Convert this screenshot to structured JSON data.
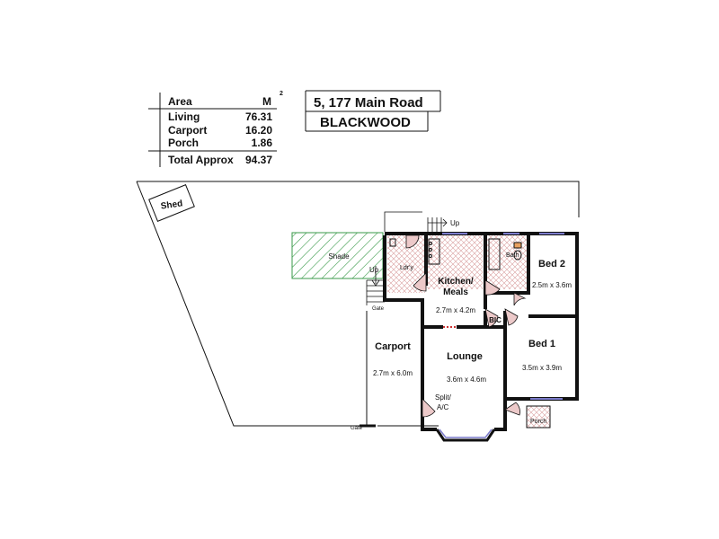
{
  "area_table": {
    "header": "Area",
    "unit": "M",
    "unit_exp": "2",
    "rows": [
      {
        "name": "Living",
        "value": "76.31"
      },
      {
        "name": "Carport",
        "value": "16.20"
      },
      {
        "name": "Porch",
        "value": "1.86"
      }
    ],
    "total": {
      "name": "Total Approx",
      "value": "94.37"
    }
  },
  "address": {
    "line1": "5, 177 Main Road",
    "line2": "BLACKWOOD"
  },
  "labels": {
    "shed": "Shed",
    "shade": "Shade",
    "up_top": "Up",
    "up_left": "Up",
    "gate_carport": "Gate",
    "gate_bottom": "Gate",
    "carport": "Carport",
    "carport_dim": "2.7m x 6.0m",
    "laundry": "Ldr'y",
    "kitchen_1": "Kitchen/",
    "kitchen_2": "Meals",
    "kitchen_dim": "2.7m x 4.2m",
    "bic": "BIC",
    "bath": "Bath",
    "bed2": "Bed 2",
    "bed2_dim": "2.5m x 3.6m",
    "bed1": "Bed 1",
    "bed1_dim": "3.5m x 3.9m",
    "lounge": "Lounge",
    "lounge_dim": "3.6m x 4.6m",
    "split_1": "Split/",
    "split_2": "A/C",
    "porch": "Porch"
  },
  "colors": {
    "wall": "#111111",
    "shade_hatch": "#3a9a4a",
    "tile_hatch": "#d08080",
    "door_fill": "#e8c8c8",
    "window": "#7c7ccc"
  }
}
